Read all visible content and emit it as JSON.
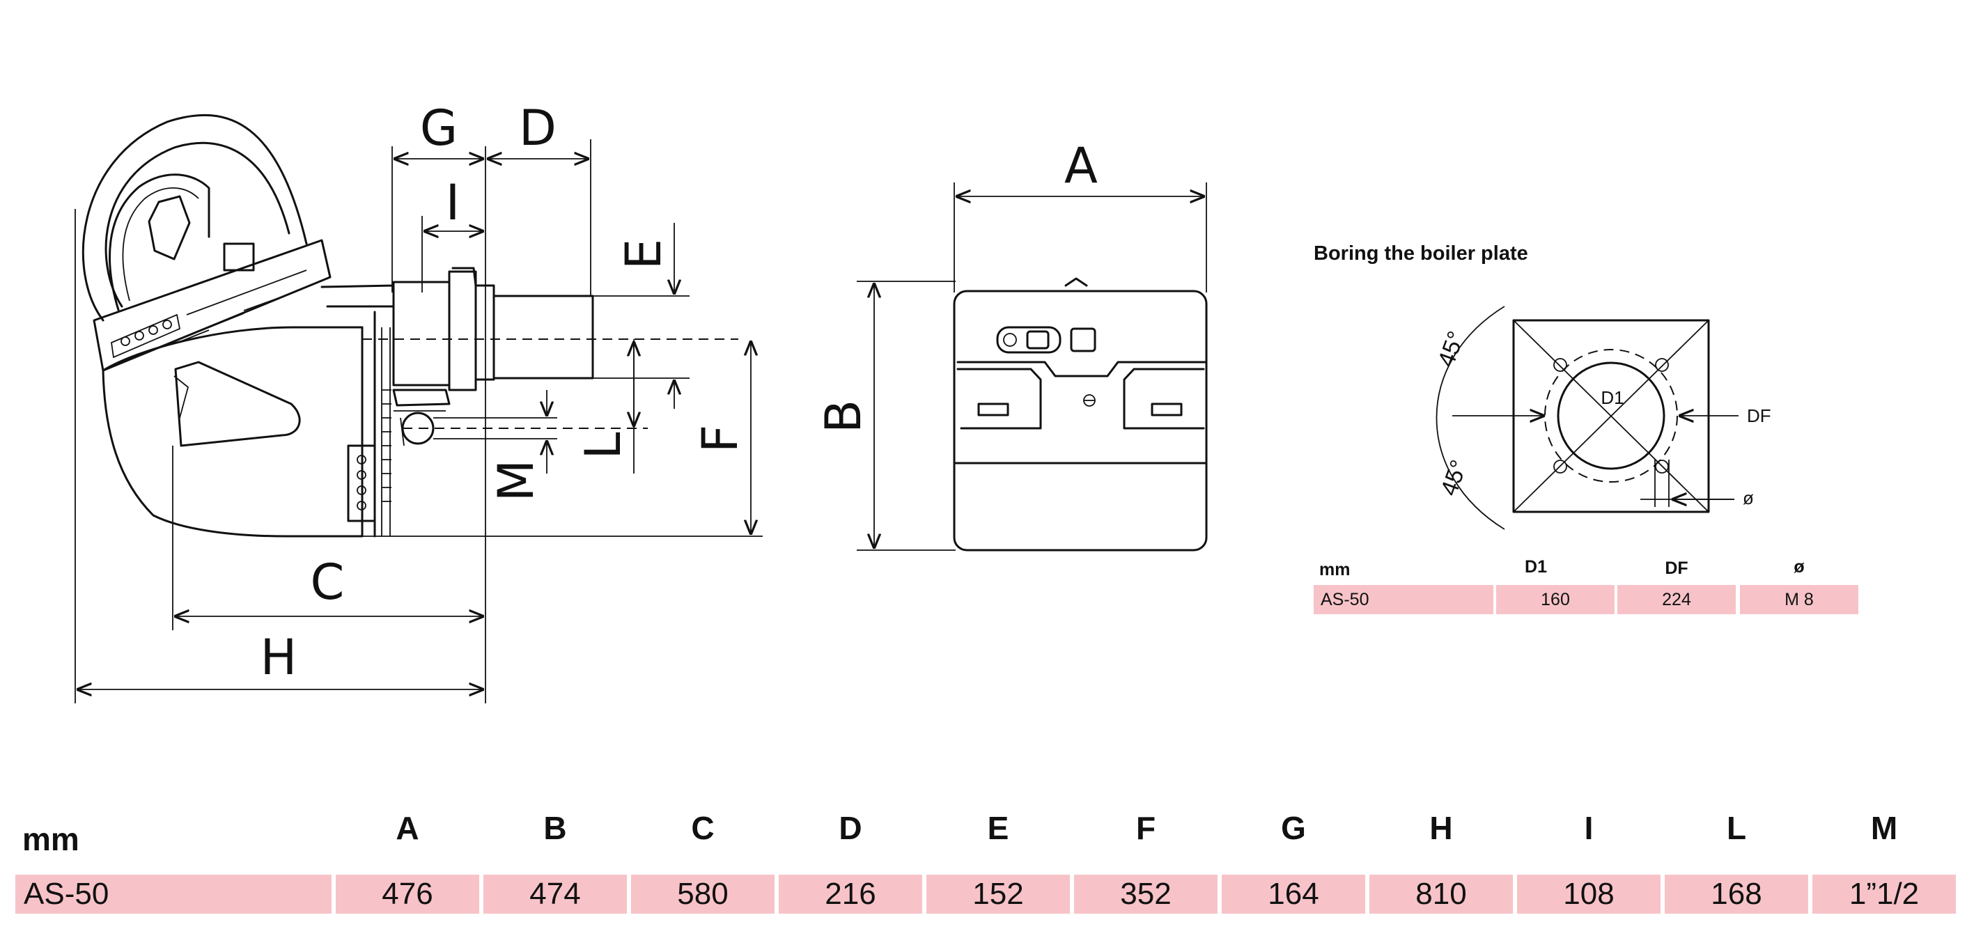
{
  "drawing_labels": {
    "side": {
      "G": "G",
      "D": "D",
      "I": "I",
      "E": "E",
      "F": "F",
      "L": "L",
      "M": "M",
      "C": "C",
      "H": "H"
    },
    "front": {
      "A": "A",
      "B": "B"
    },
    "plate": {
      "d1": "D1",
      "df": "DF",
      "dia": "ø",
      "angle_top": "45°",
      "angle_bottom": "45°"
    }
  },
  "plate_title": "Boring the boiler plate",
  "plate_table": {
    "unit": "mm",
    "columns": [
      "D1",
      "DF",
      "ø"
    ],
    "rows": [
      {
        "model": "AS-50",
        "values": [
          "160",
          "224",
          "M 8"
        ]
      }
    ]
  },
  "main_table": {
    "unit": "mm",
    "columns": [
      "A",
      "B",
      "C",
      "D",
      "E",
      "F",
      "G",
      "H",
      "I",
      "L",
      "M"
    ],
    "rows": [
      {
        "model": "AS-50",
        "values": [
          "476",
          "474",
          "580",
          "216",
          "152",
          "352",
          "164",
          "810",
          "108",
          "168",
          "1”1/2"
        ]
      }
    ]
  },
  "colors": {
    "row_fill": "#f7c3c8",
    "line": "#111111"
  }
}
